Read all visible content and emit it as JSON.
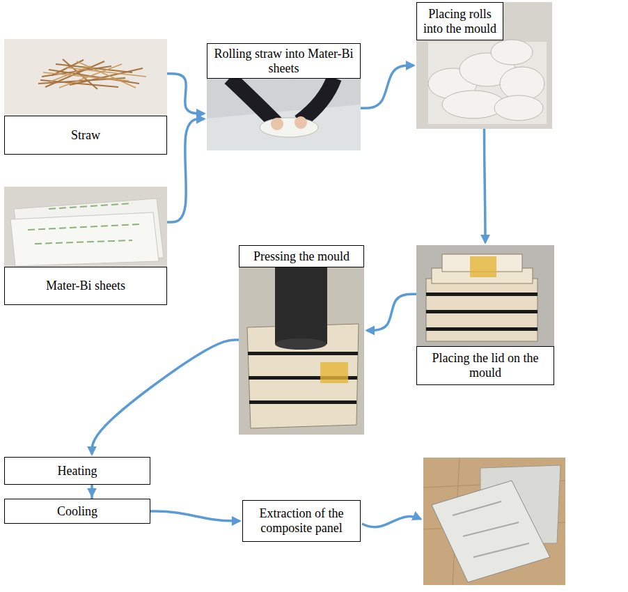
{
  "diagram": {
    "nodes": [
      {
        "text": [
          "Straw"
        ]
      },
      {
        "text": [
          "Mater-Bi sheets"
        ]
      },
      {
        "text": [
          "Rolling straw into Mater-Bi sheets"
        ]
      },
      {
        "text": [
          "Placing rolls into the mould"
        ]
      },
      {
        "text": [
          "Placing the lid on the mould"
        ]
      },
      {
        "text": [
          "Pressing the mould"
        ]
      },
      {
        "text": [
          "Heating"
        ]
      },
      {
        "text": [
          "Cooling"
        ]
      },
      {
        "text": [
          "Extraction of the composite panel"
        ]
      }
    ],
    "edges": [
      {
        "from": 0,
        "to": 2,
        "arrow": "to"
      },
      {
        "from": 1,
        "to": 2,
        "arrow": "to"
      },
      {
        "from": 2,
        "to": 3,
        "arrow": "to"
      },
      {
        "from": 3,
        "to": 4,
        "arrow": "to"
      },
      {
        "from": 4,
        "to": 5,
        "arrow": "to"
      },
      {
        "from": 5,
        "to": 6,
        "arrow": "to"
      },
      {
        "from": 6,
        "to": 7,
        "arrow": "to"
      },
      {
        "from": 7,
        "to": 8,
        "arrow": "to"
      }
    ]
  }
}
